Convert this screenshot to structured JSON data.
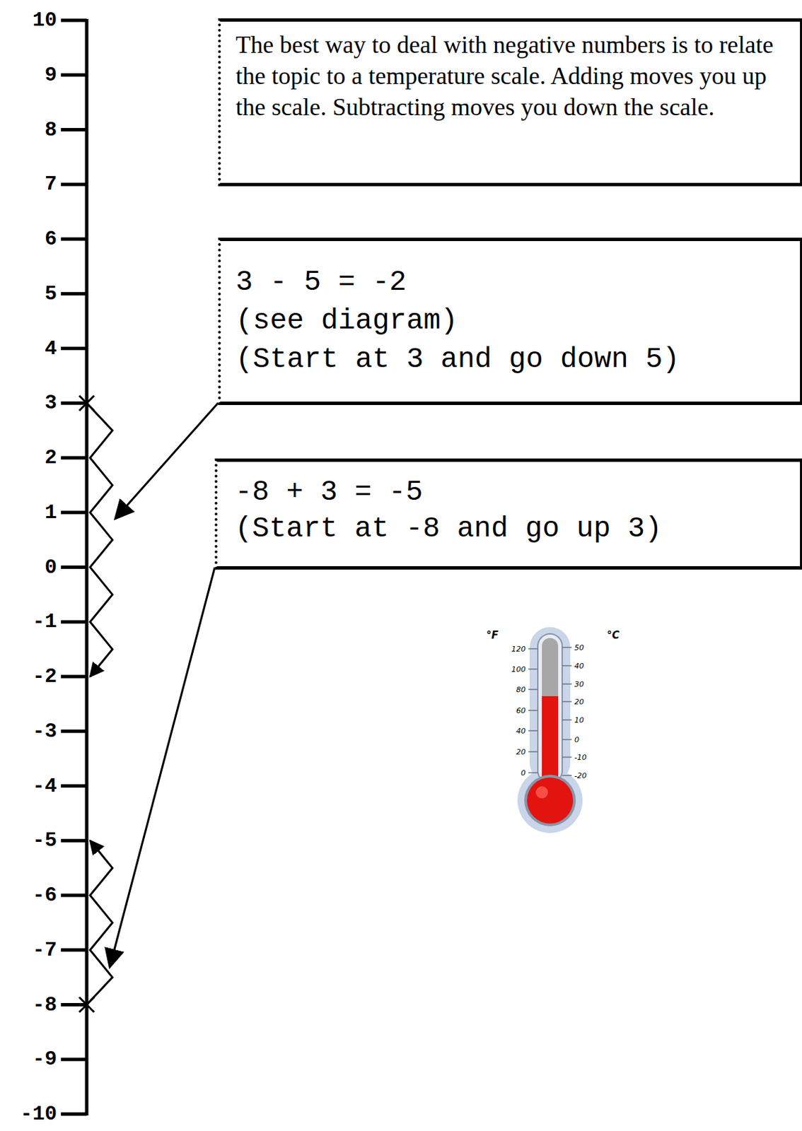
{
  "diagram": {
    "nodes": [
      {
        "text": [
          "The best way to deal with negative numbers is to relate the topic to a temperature scale. Adding moves you up the scale. Subtracting moves you down the scale."
        ]
      },
      {
        "text": [
          "3 - 5 = -2",
          "(see diagram)",
          "(Start at 3 and go down 5)"
        ]
      },
      {
        "text": [
          "-8 + 3 = -5",
          "(Start at -8 and go up 3)"
        ]
      }
    ],
    "labels": [
      "10",
      "9",
      "8",
      "7",
      "6",
      "5",
      "4",
      "3",
      "2",
      "1",
      "0",
      "-1",
      "-2",
      "-3",
      "-4",
      "-5",
      "-6",
      "-7",
      "-8",
      "-9",
      "-10",
      "°F",
      "°C",
      "120",
      "100",
      "80",
      "60",
      "40",
      "20",
      "0",
      "50",
      "40",
      "30",
      "20",
      "10",
      "0",
      "-10",
      "-20"
    ]
  }
}
